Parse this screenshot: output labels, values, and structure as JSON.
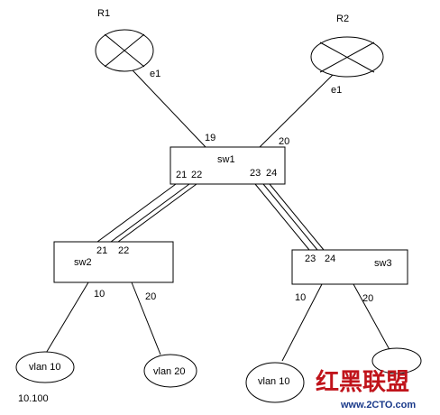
{
  "routers": {
    "r1": {
      "label": "R1",
      "port": "e1"
    },
    "r2": {
      "label": "R2",
      "port": "e1"
    }
  },
  "switches": {
    "sw1": {
      "label": "sw1",
      "ports": [
        "19",
        "20",
        "21",
        "22",
        "23",
        "24"
      ]
    },
    "sw2": {
      "label": "sw2",
      "ports": [
        "21",
        "22"
      ],
      "link_ports": [
        "10",
        "20"
      ]
    },
    "sw3": {
      "label": "sw3",
      "ports": [
        "23",
        "24"
      ],
      "link_ports": [
        "10",
        "20"
      ]
    }
  },
  "hosts": {
    "vlan10_left": {
      "label": "vlan 10",
      "sub": "10.100"
    },
    "vlan20_left": {
      "label": "vlan 20"
    },
    "vlan10_right": {
      "label": "vlan 10"
    }
  },
  "watermark": {
    "cn": "红黑联盟",
    "url": "www.2CTO.com"
  },
  "colors": {
    "line": "#000000",
    "watermark_red": "#c0141b",
    "watermark_blue": "#1a3a8a"
  }
}
